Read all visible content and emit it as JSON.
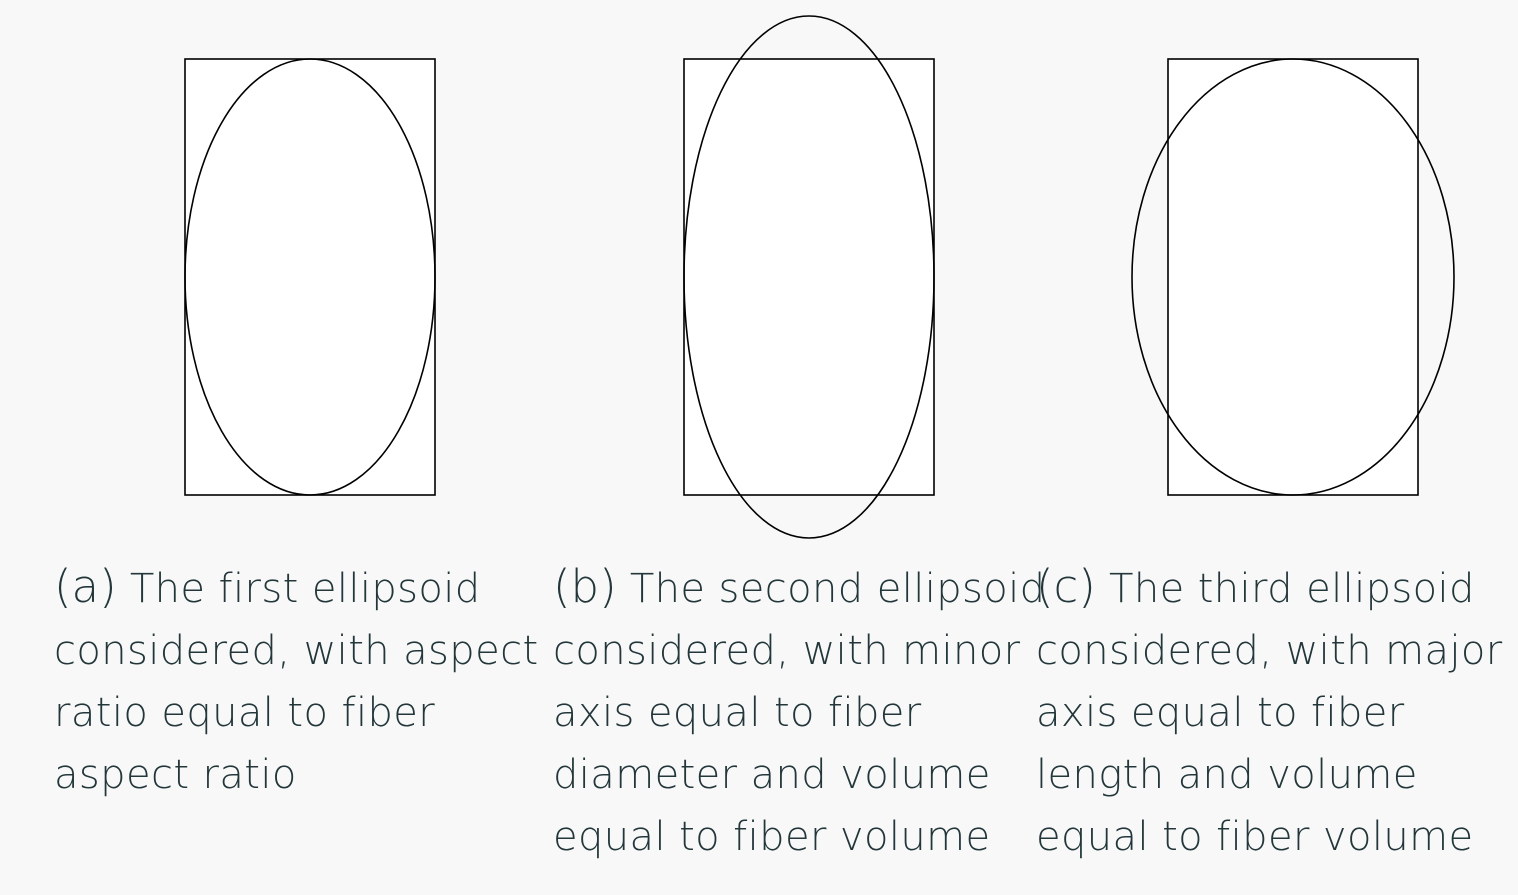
{
  "panels": [
    {
      "tag": "(a)",
      "lines": [
        "The first ellipsoid",
        "considered, with aspect",
        "ratio equal to fiber",
        "aspect ratio"
      ]
    },
    {
      "tag": "(b)",
      "lines": [
        "The second ellipsoid",
        "considered, with minor",
        "axis equal to fiber",
        "diameter and volume",
        "equal to fiber volume"
      ]
    },
    {
      "tag": "(c)",
      "lines": [
        "The third ellipsoid",
        "considered, with major",
        "axis equal to fiber",
        "length and volume",
        "equal to fiber volume"
      ]
    }
  ]
}
